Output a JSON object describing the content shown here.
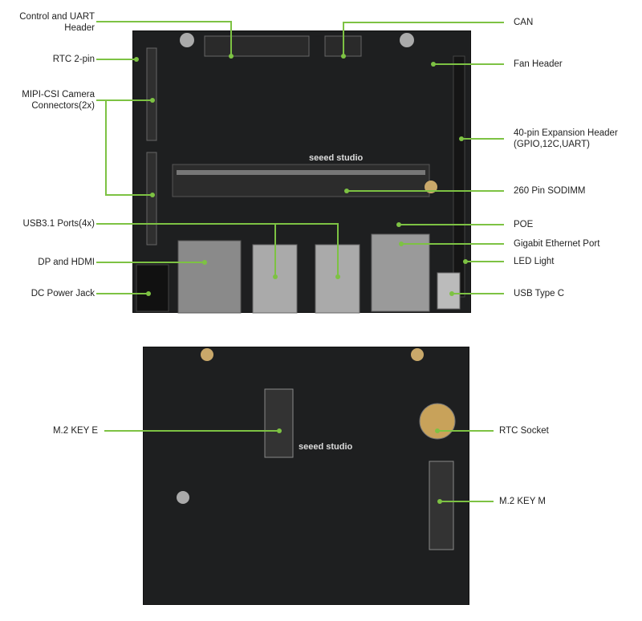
{
  "colors": {
    "leader_line": "#7dc243",
    "board": "#1e1f20"
  },
  "top_board": {
    "silkscreen": "seeed studio",
    "labels_left": [
      "Control and UART Header",
      "RTC 2-pin",
      "MIPI-CSI Camera Connectors(2x)",
      "USB3.1 Ports(4x)",
      "DP and HDMI",
      "DC Power Jack"
    ],
    "labels_right": [
      "CAN",
      "Fan Header",
      "40-pin Expansion Header (GPIO,12C,UART)",
      "260 Pin SODIMM",
      "POE",
      "Gigabit Ethernet Port",
      "LED Light",
      "USB Type C"
    ]
  },
  "bottom_board": {
    "silkscreen": "seeed studio",
    "labels_left": [
      "M.2 KEY E"
    ],
    "labels_right": [
      "RTC Socket",
      "M.2 KEY M"
    ]
  }
}
